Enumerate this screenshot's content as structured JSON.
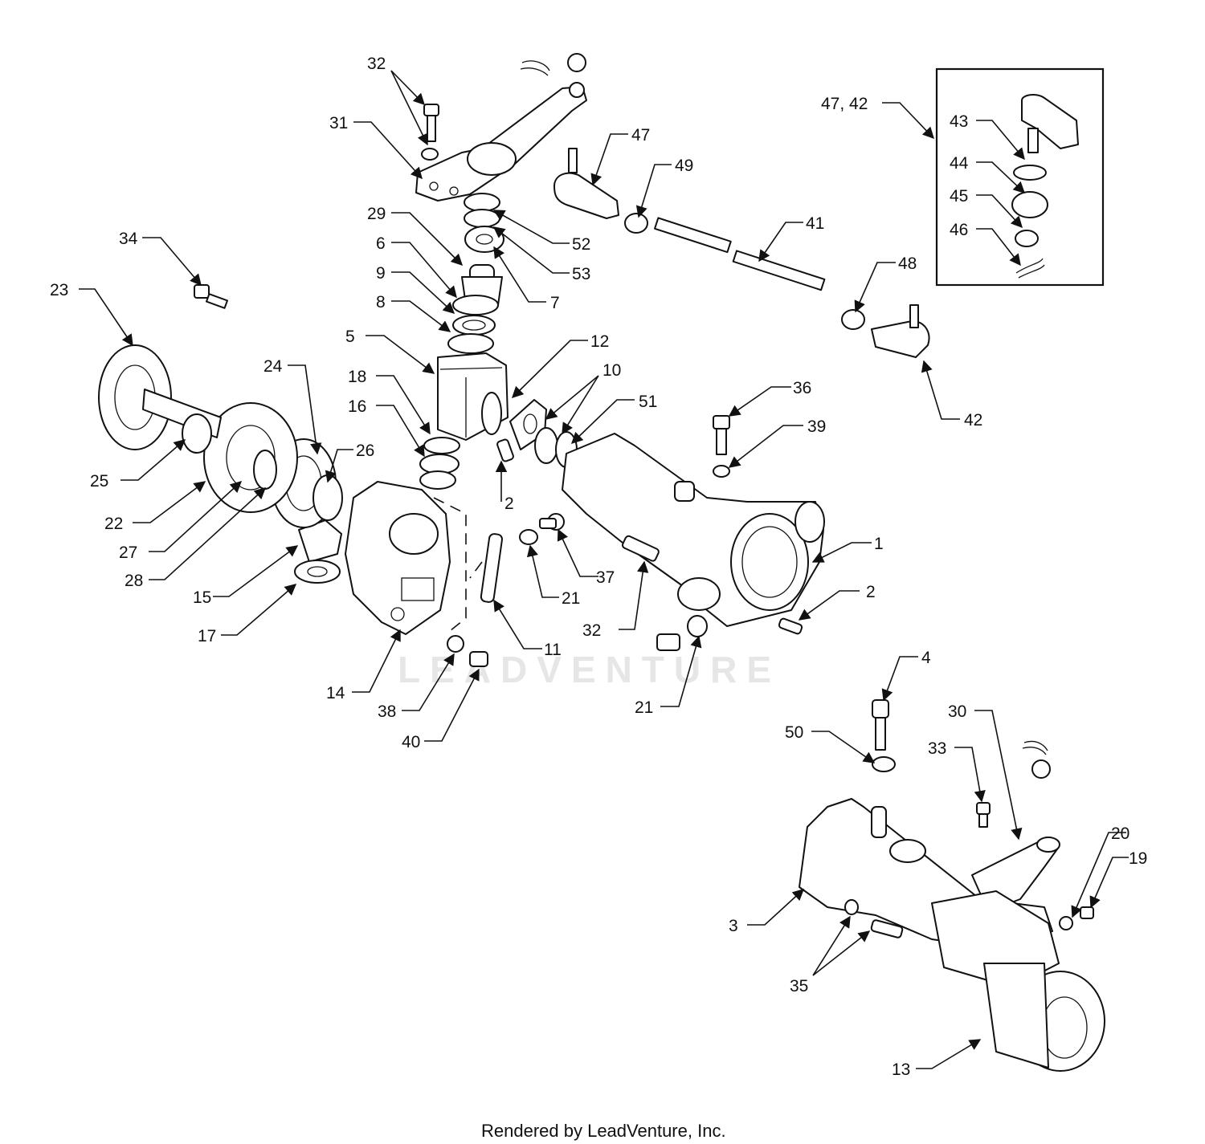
{
  "labels": {
    "l1": "1",
    "l2a": "2",
    "l2b": "2",
    "l3": "3",
    "l4": "4",
    "l5": "5",
    "l6": "6",
    "l7": "7",
    "l8": "8",
    "l9": "9",
    "l10": "10",
    "l11": "11",
    "l12": "12",
    "l13": "13",
    "l14": "14",
    "l15": "15",
    "l16": "16",
    "l17": "17",
    "l18": "18",
    "l19": "19",
    "l20": "20",
    "l21a": "21",
    "l21b": "21",
    "l22": "22",
    "l23": "23",
    "l24": "24",
    "l25": "25",
    "l26": "26",
    "l27": "27",
    "l28": "28",
    "l29": "29",
    "l30": "30",
    "l31": "31",
    "l32a": "32",
    "l32b": "32",
    "l33": "33",
    "l34": "34",
    "l35": "35",
    "l36": "36",
    "l37": "37",
    "l38": "38",
    "l39": "39",
    "l40": "40",
    "l41": "41",
    "l42": "42",
    "l43": "43",
    "l44": "44",
    "l45": "45",
    "l46": "46",
    "l47": "47",
    "l4742": "47, 42",
    "l48": "48",
    "l49": "49",
    "l50": "50",
    "l51": "51",
    "l52": "52",
    "l53": "53"
  },
  "watermark": "LEADVENTURE",
  "footer": "Rendered by LeadVenture, Inc."
}
